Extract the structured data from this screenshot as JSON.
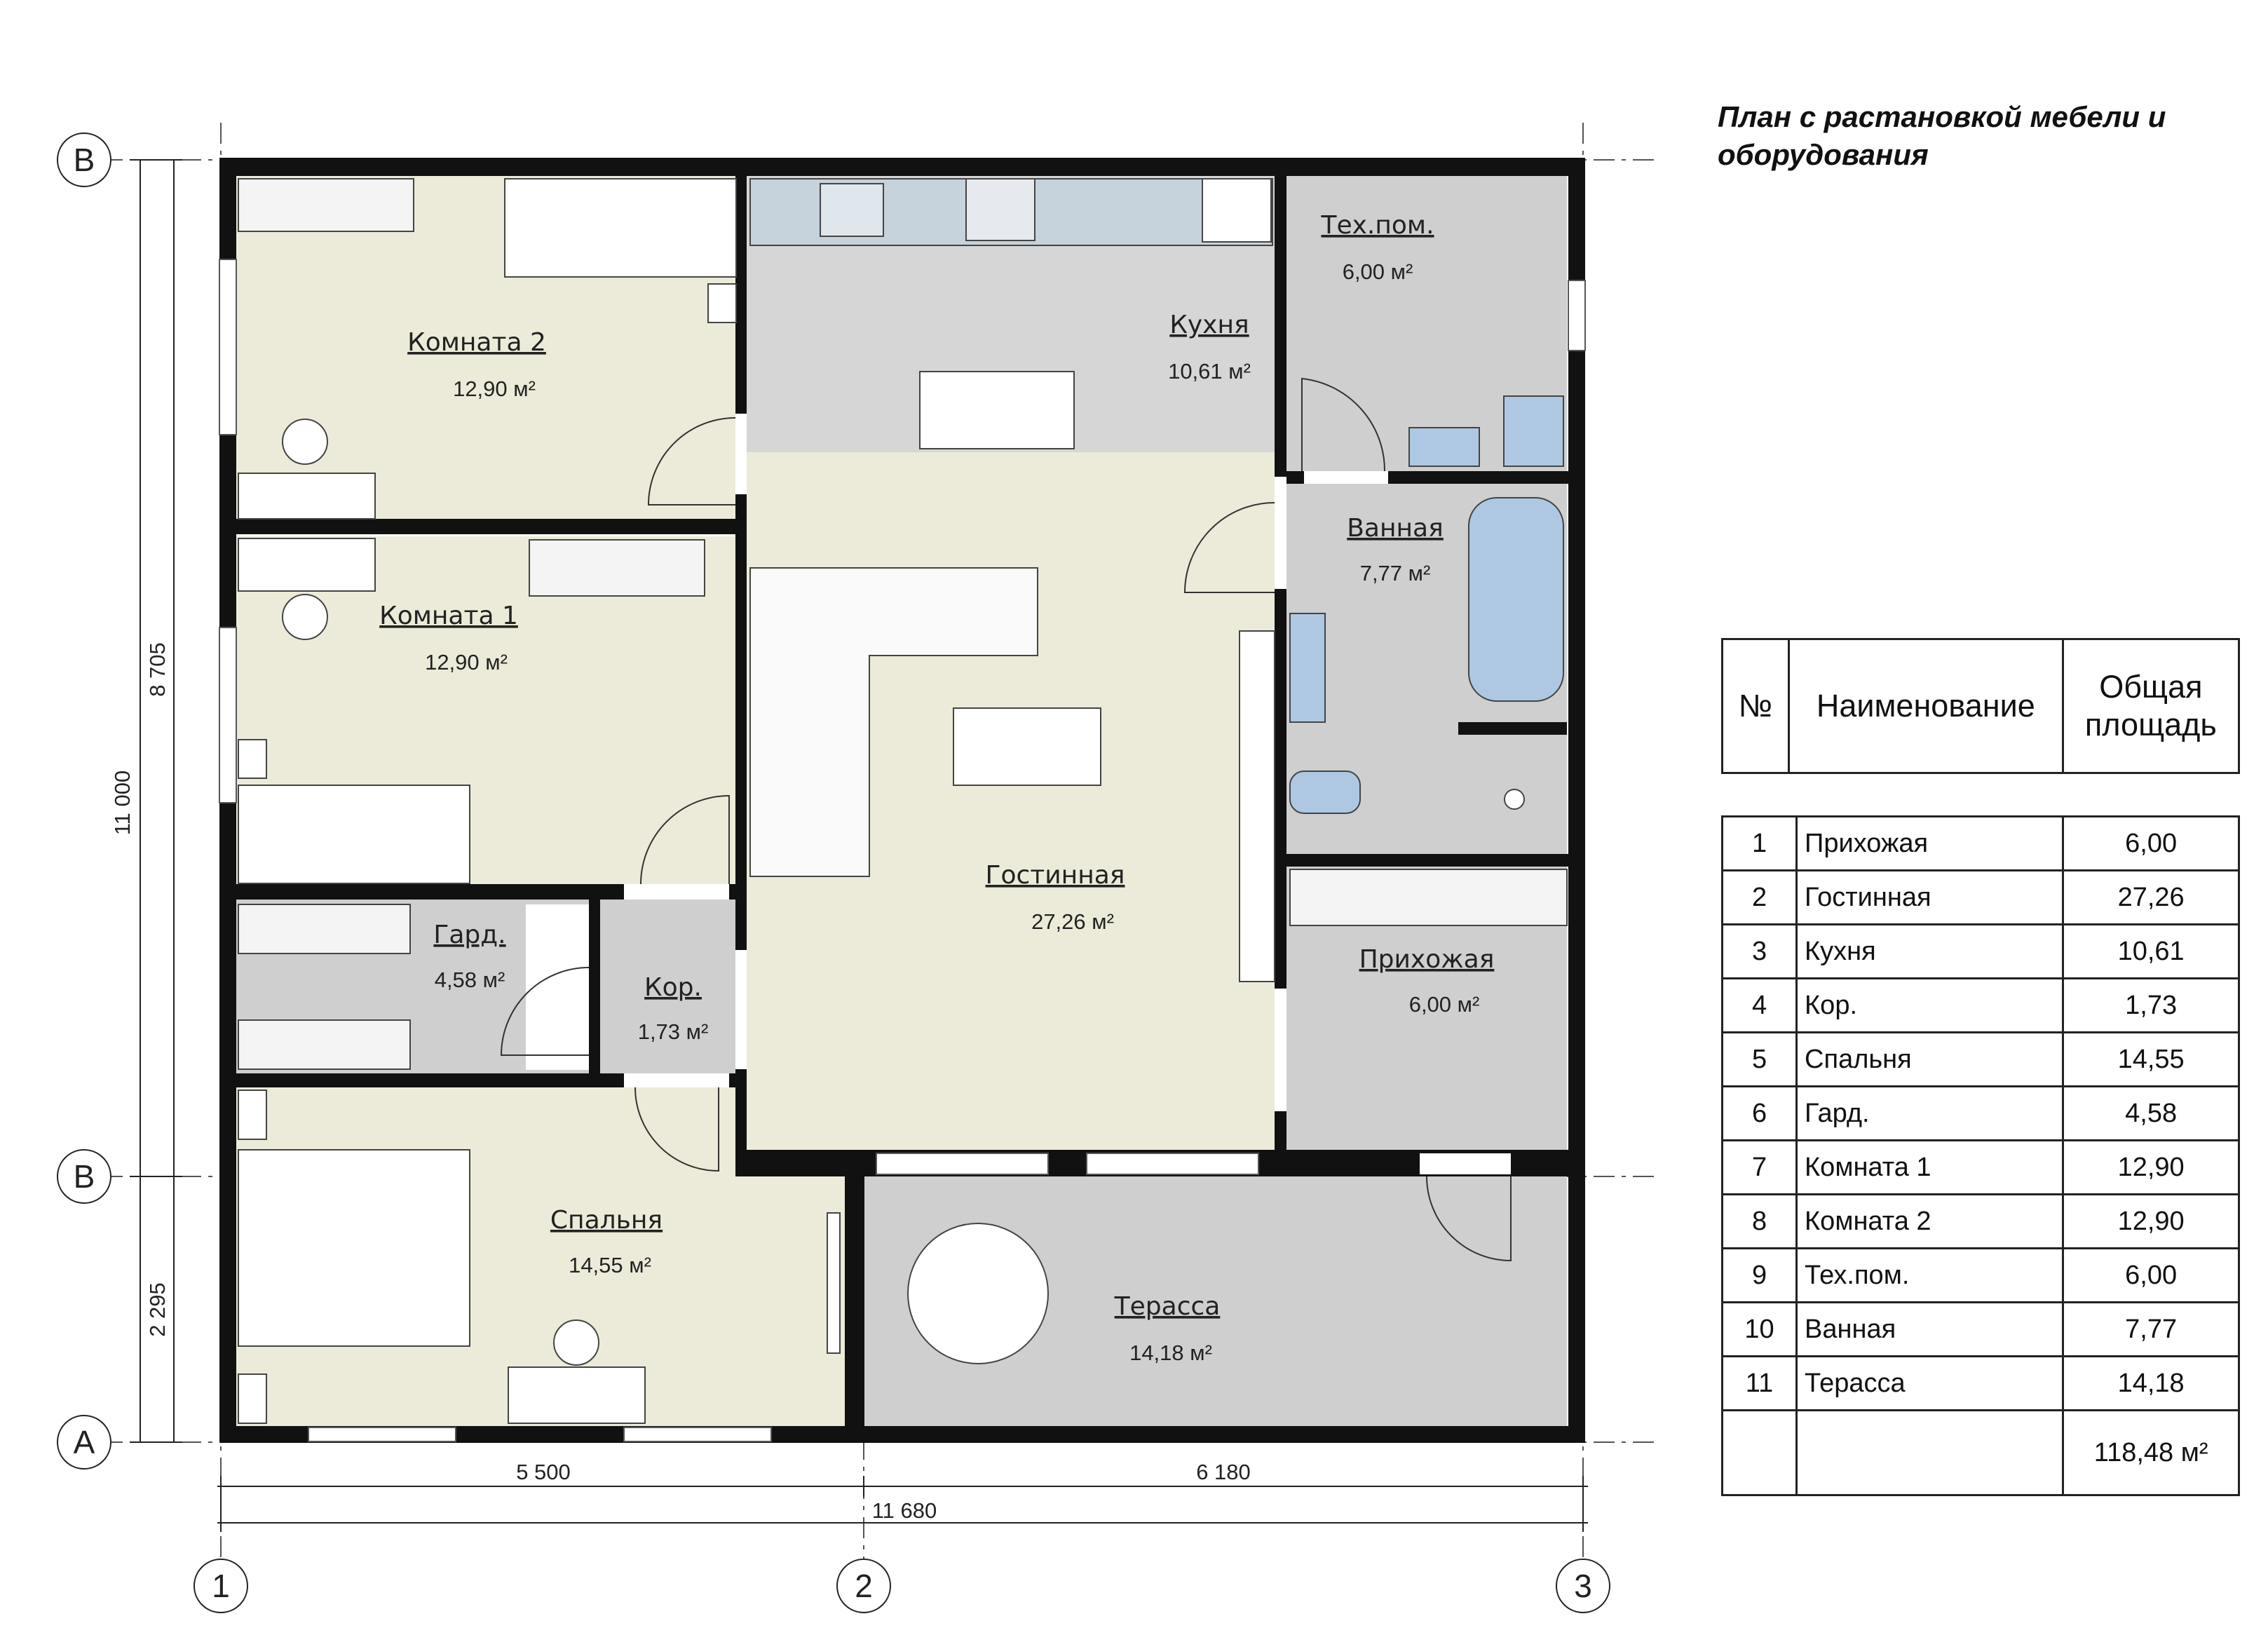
{
  "title": "План с растановкой мебели и оборудования",
  "colors": {
    "wall": "#111111",
    "bedroom_fill": "#ecebd9",
    "service_fill": "#cfcfcf",
    "kitchen_fill": "#d6d6d6",
    "appliance_blue": "#aec8e4"
  },
  "rooms": {
    "komnata2": {
      "name": "Комната 2",
      "area": "12,90 м²"
    },
    "komnata1": {
      "name": "Комната 1",
      "area": "12,90 м²"
    },
    "kuhnya": {
      "name": "Кухня",
      "area": "10,61 м²"
    },
    "tehpom": {
      "name": "Тех.пом.",
      "area": "6,00 м²"
    },
    "vannaya": {
      "name": "Ванная",
      "area": "7,77 м²"
    },
    "gostinnaya": {
      "name": "Гостинная",
      "area": "27,26 м²"
    },
    "gard": {
      "name": "Гард.",
      "area": "4,58 м²"
    },
    "kor": {
      "name": "Кор.",
      "area": "1,73 м²"
    },
    "prihozhaya": {
      "name": "Прихожая",
      "area": "6,00 м²"
    },
    "spalnya": {
      "name": "Спальня",
      "area": "14,55 м²"
    },
    "terassa": {
      "name": "Терасса",
      "area": "14,18 м²"
    }
  },
  "axes": {
    "rows": {
      "top": "В",
      "middle": "В",
      "bottom": "А"
    },
    "cols": {
      "left": "1",
      "middle": "2",
      "right": "3"
    }
  },
  "dimensions": {
    "left_total": "11 000",
    "left_upper": "8 705",
    "left_lower": "2 295",
    "bottom_left": "5 500",
    "bottom_right": "6 180",
    "bottom_total": "11 680"
  },
  "legend": {
    "headers": [
      "№",
      "Наименование",
      "Общая площадь"
    ],
    "rows": [
      {
        "num": "1",
        "name": "Прихожая",
        "area": "6,00"
      },
      {
        "num": "2",
        "name": "Гостинная",
        "area": "27,26"
      },
      {
        "num": "3",
        "name": "Кухня",
        "area": "10,61"
      },
      {
        "num": "4",
        "name": "Кор.",
        "area": "1,73"
      },
      {
        "num": "5",
        "name": "Спальня",
        "area": "14,55"
      },
      {
        "num": "6",
        "name": "Гард.",
        "area": "4,58"
      },
      {
        "num": "7",
        "name": "Комната 1",
        "area": "12,90"
      },
      {
        "num": "8",
        "name": "Комната 2",
        "area": "12,90"
      },
      {
        "num": "9",
        "name": "Тех.пом.",
        "area": "6,00"
      },
      {
        "num": "10",
        "name": "Ванная",
        "area": "7,77"
      },
      {
        "num": "11",
        "name": "Терасса",
        "area": "14,18"
      }
    ],
    "total": "118,48 м²"
  }
}
